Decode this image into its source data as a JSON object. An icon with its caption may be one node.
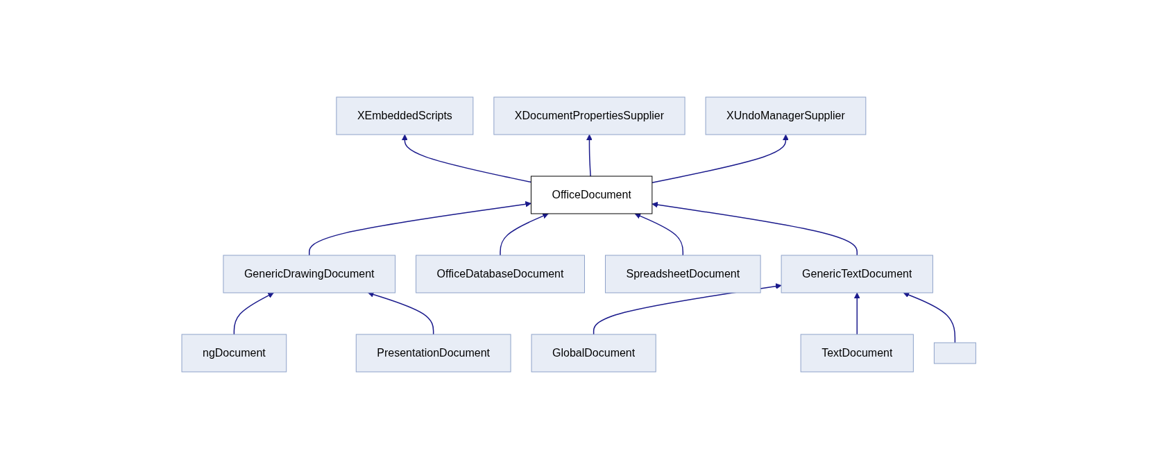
{
  "diagram": {
    "nodes": [
      {
        "text": [
          "XEmbeddedScripts"
        ]
      },
      {
        "text": [
          "XDocumentPropertiesSupplier"
        ]
      },
      {
        "text": [
          "XUndoManagerSupplier"
        ]
      },
      {
        "text": [
          "OfficeDocument"
        ]
      },
      {
        "text": [
          "GenericDrawingDocument"
        ]
      },
      {
        "text": [
          "OfficeDatabaseDocument"
        ]
      },
      {
        "text": [
          "SpreadsheetDocument"
        ]
      },
      {
        "text": [
          "GenericTextDocument"
        ]
      },
      {
        "text": [
          "ngDocument"
        ]
      },
      {
        "text": [
          "PresentationDocument"
        ]
      },
      {
        "text": [
          "GlobalDocument"
        ]
      },
      {
        "text": [
          "TextDocument"
        ]
      },
      {
        "text": [],
        "shape": "box"
      }
    ],
    "edges": [
      {
        "from": 3,
        "to": 0,
        "arrow": "to"
      },
      {
        "from": 3,
        "to": 1,
        "arrow": "to"
      },
      {
        "from": 3,
        "to": 2,
        "arrow": "to"
      },
      {
        "from": 4,
        "to": 3,
        "arrow": "to"
      },
      {
        "from": 5,
        "to": 3,
        "arrow": "to"
      },
      {
        "from": 6,
        "to": 3,
        "arrow": "to"
      },
      {
        "from": 7,
        "to": 3,
        "arrow": "to"
      },
      {
        "from": 8,
        "to": 4,
        "arrow": "to"
      },
      {
        "from": 9,
        "to": 4,
        "arrow": "to"
      },
      {
        "from": 10,
        "to": 7,
        "arrow": "to"
      },
      {
        "from": 11,
        "to": 7,
        "arrow": "to"
      },
      {
        "from": 12,
        "to": 7,
        "arrow": "to"
      }
    ]
  }
}
